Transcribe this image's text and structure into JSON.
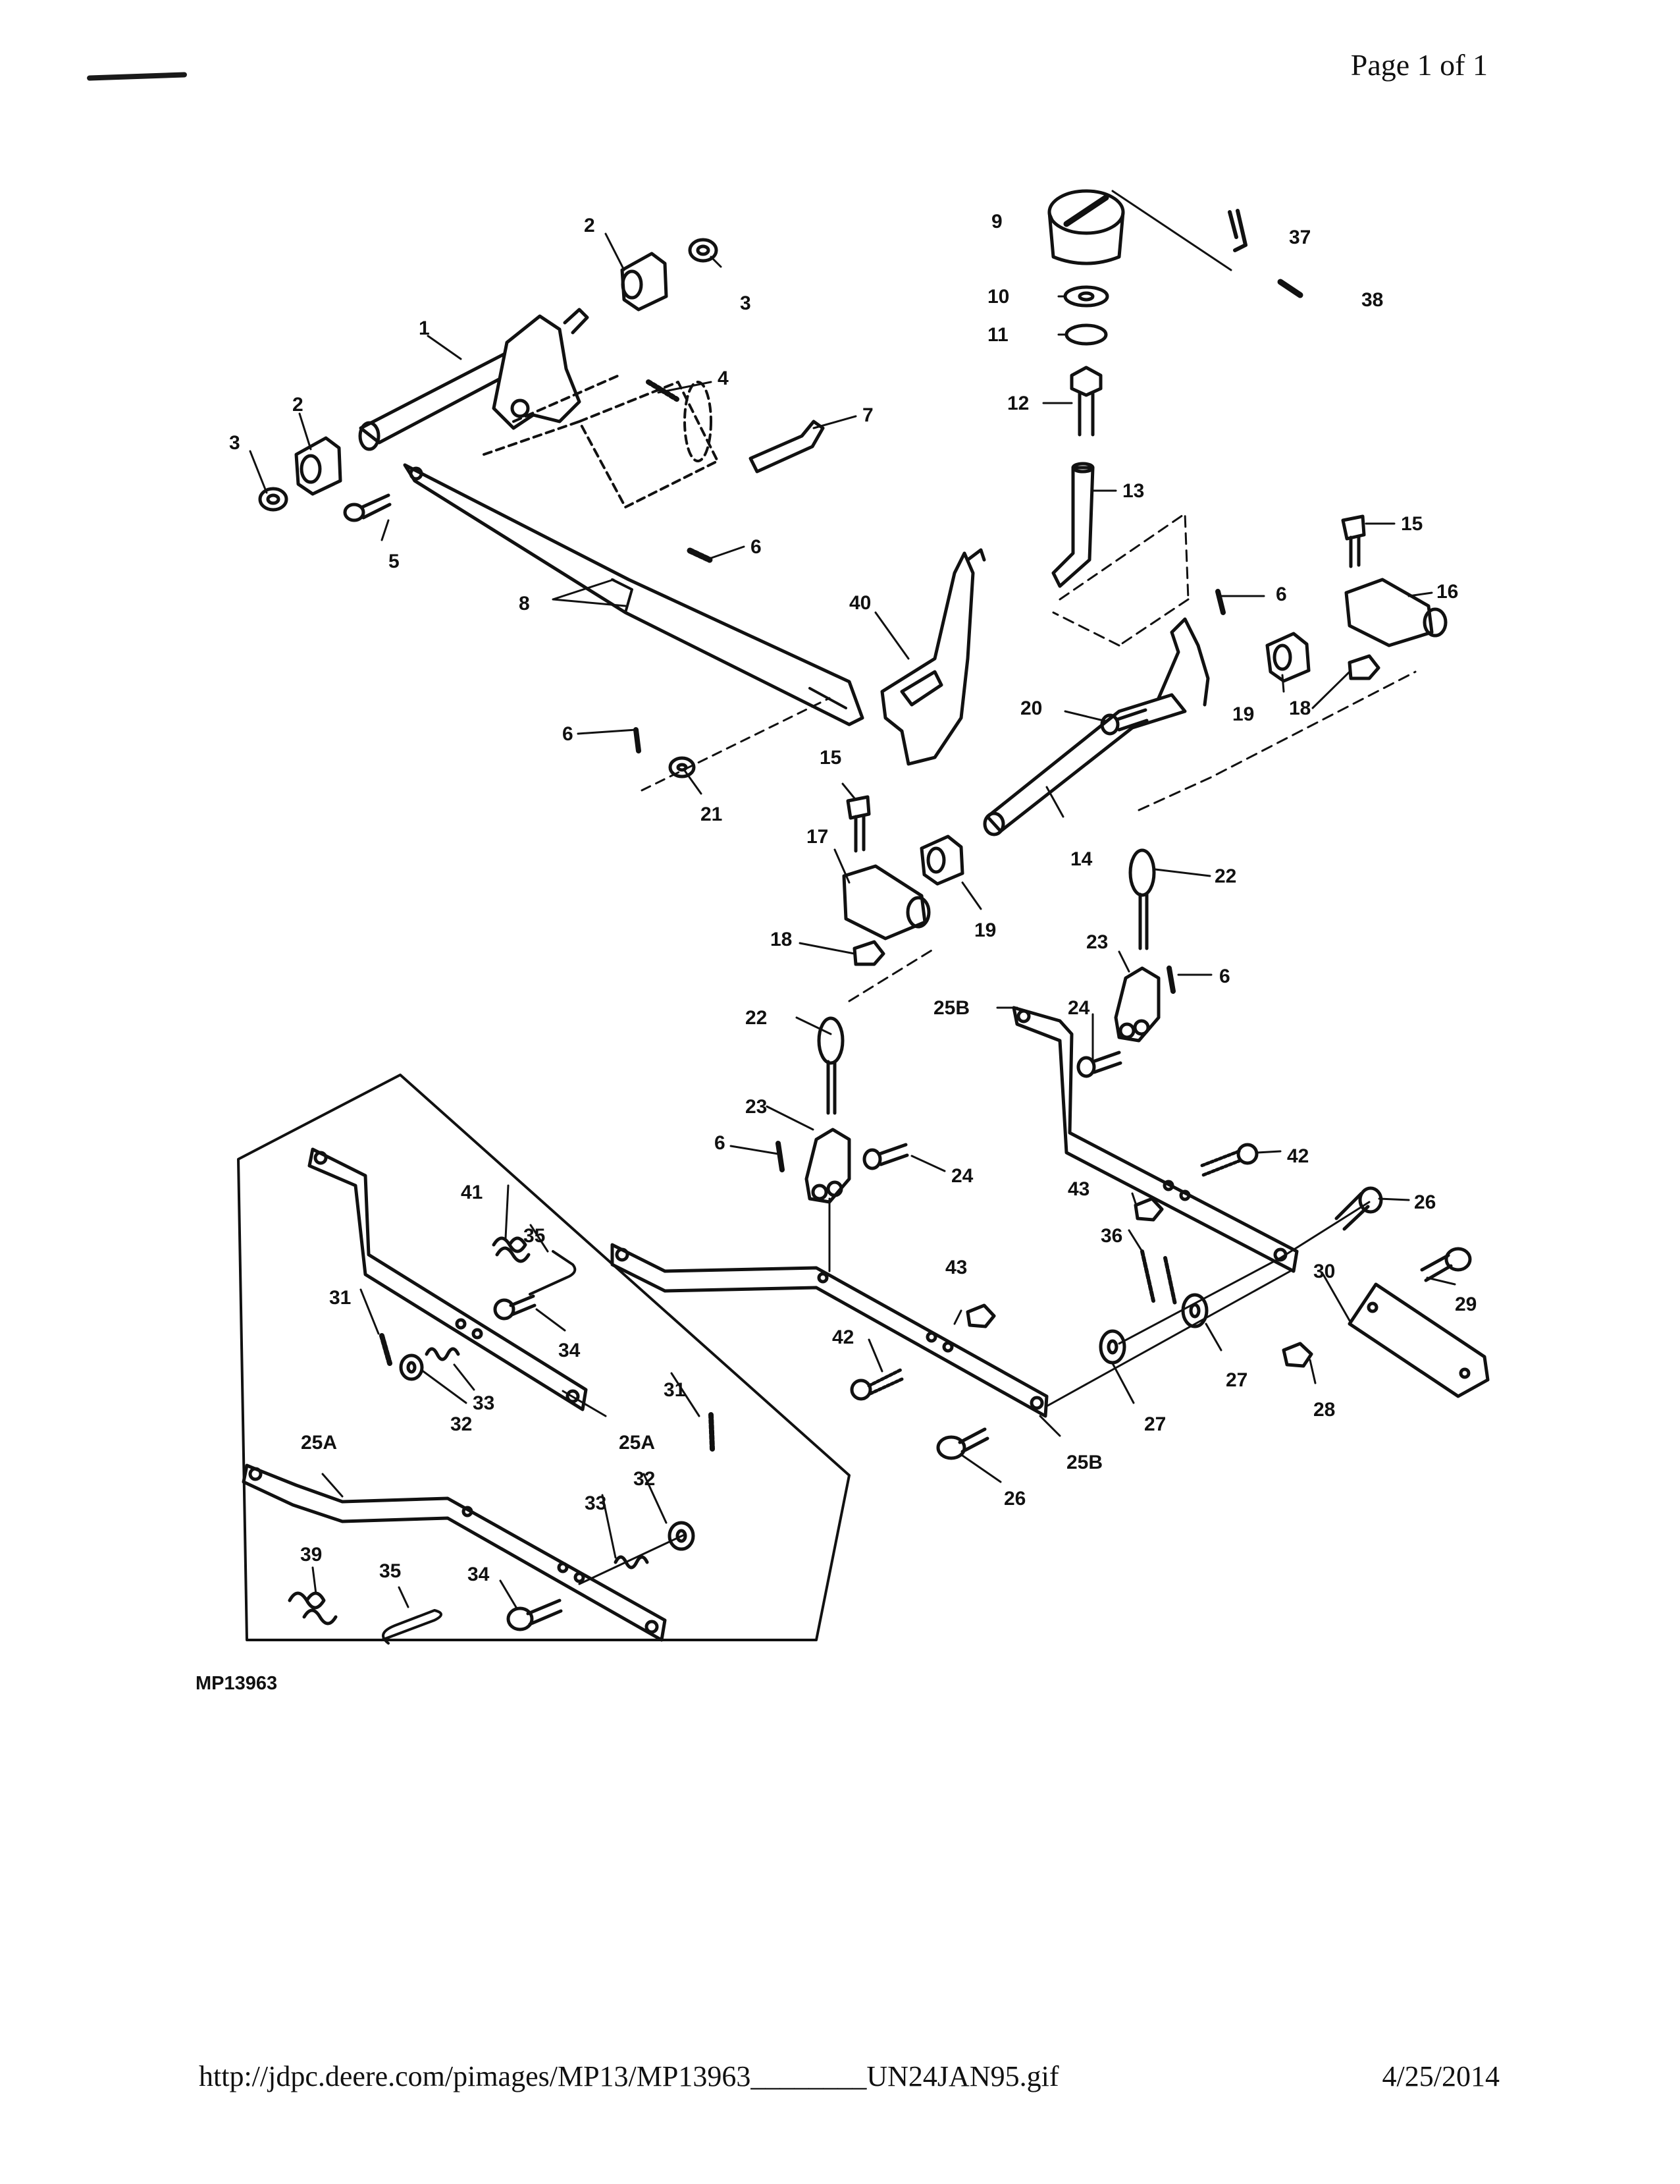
{
  "header": {
    "page_label": "Page 1 of 1"
  },
  "diagram": {
    "figure_code": "MP13963",
    "callouts": {
      "c1": "1",
      "c2a": "2",
      "c2b": "2",
      "c3a": "3",
      "c3b": "3",
      "c4": "4",
      "c5": "5",
      "c6a": "6",
      "c6b": "6",
      "c6c": "6",
      "c6d": "6",
      "c6e": "6",
      "c7": "7",
      "c8": "8",
      "c9": "9",
      "c10": "10",
      "c11": "11",
      "c12": "12",
      "c13": "13",
      "c14": "14",
      "c15a": "15",
      "c15b": "15",
      "c16": "16",
      "c17": "17",
      "c18a": "18",
      "c18b": "18",
      "c19a": "19",
      "c19b": "19",
      "c20": "20",
      "c21": "21",
      "c22a": "22",
      "c22b": "22",
      "c23a": "23",
      "c23b": "23",
      "c24a": "24",
      "c24b": "24",
      "c25a1": "25A",
      "c25a2": "25A",
      "c25b1": "25B",
      "c25b2": "25B",
      "c26a": "26",
      "c26b": "26",
      "c27a": "27",
      "c27b": "27",
      "c28": "28",
      "c29": "29",
      "c30": "30",
      "c31a": "31",
      "c31b": "31",
      "c32a": "32",
      "c32b": "32",
      "c33a": "33",
      "c33b": "33",
      "c34a": "34",
      "c34b": "34",
      "c35a": "35",
      "c35b": "35",
      "c36": "36",
      "c37": "37",
      "c38": "38",
      "c39": "39",
      "c40": "40",
      "c41": "41",
      "c42a": "42",
      "c42b": "42",
      "c43a": "43",
      "c43b": "43"
    }
  },
  "footer": {
    "url": "http://jdpc.deere.com/pimages/MP13/MP13963________UN24JAN95.gif",
    "date": "4/25/2014"
  }
}
